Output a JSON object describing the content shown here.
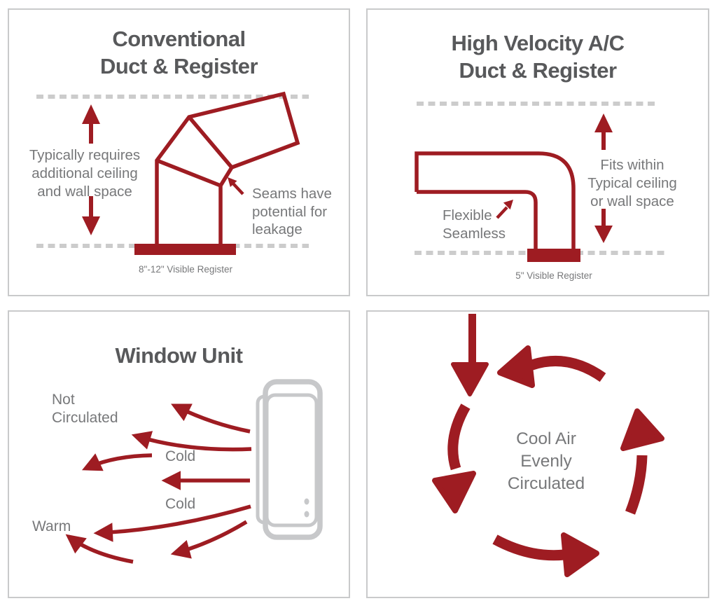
{
  "colors": {
    "red": "#9e1c22",
    "title_gray": "#58595b",
    "label_gray": "#77787a",
    "dash_gray": "#cccccc",
    "unit_gray": "#c7c8ca",
    "panel_border": "#c9cacb"
  },
  "panels": {
    "conventional": {
      "title": [
        "Conventional",
        "Duct & Register"
      ],
      "space_note": [
        "Typically requires",
        "additional ceiling",
        "and wall space"
      ],
      "seams_note": [
        "Seams have",
        "potential for",
        "leakage"
      ],
      "caption": "8\"-12\" Visible Register"
    },
    "high_velocity": {
      "title": [
        "High Velocity A/C",
        "Duct & Register"
      ],
      "fit_note": [
        "Fits within",
        "Typical ceiling",
        "or wall space"
      ],
      "flex_note": [
        "Flexible",
        "Seamless"
      ],
      "caption": "5\" Visible Register"
    },
    "window_unit": {
      "title": "Window Unit",
      "labels": {
        "not_circulated": [
          "Not",
          "Circulated"
        ],
        "cold_upper": "Cold",
        "cold_lower": "Cold",
        "warm": "Warm"
      }
    },
    "circulation": {
      "center_text": [
        "Cool Air",
        "Evenly",
        "Circulated"
      ]
    }
  }
}
